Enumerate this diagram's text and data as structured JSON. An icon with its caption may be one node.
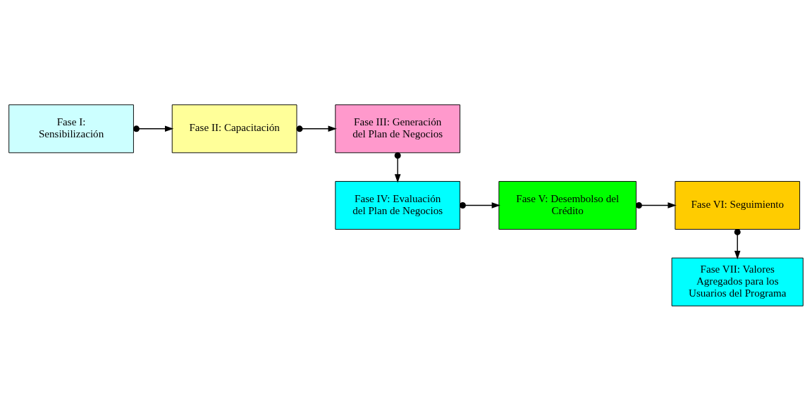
{
  "diagram": {
    "nodes": [
      {
        "text": [
          "Fase I: Sensibilización"
        ]
      },
      {
        "text": [
          "Fase II: Capacitación"
        ]
      },
      {
        "text": [
          "Fase III: Generación del Plan de Negocios"
        ]
      },
      {
        "text": [
          "Fase IV: Evaluación del Plan de Negocios"
        ]
      },
      {
        "text": [
          "Fase V: Desembolso del Crédito"
        ]
      },
      {
        "text": [
          "Fase VI: Seguimiento"
        ]
      },
      {
        "text": [
          "Fase VII: Valores Agregados para los Usuarios del Programa"
        ]
      }
    ],
    "edges": [
      {
        "from": 0,
        "to": 1,
        "arrow": "to"
      },
      {
        "from": 1,
        "to": 2,
        "arrow": "to"
      },
      {
        "from": 2,
        "to": 3,
        "arrow": "to"
      },
      {
        "from": 3,
        "to": 4,
        "arrow": "to"
      },
      {
        "from": 4,
        "to": 5,
        "arrow": "to"
      },
      {
        "from": 5,
        "to": 6,
        "arrow": "to"
      }
    ]
  }
}
